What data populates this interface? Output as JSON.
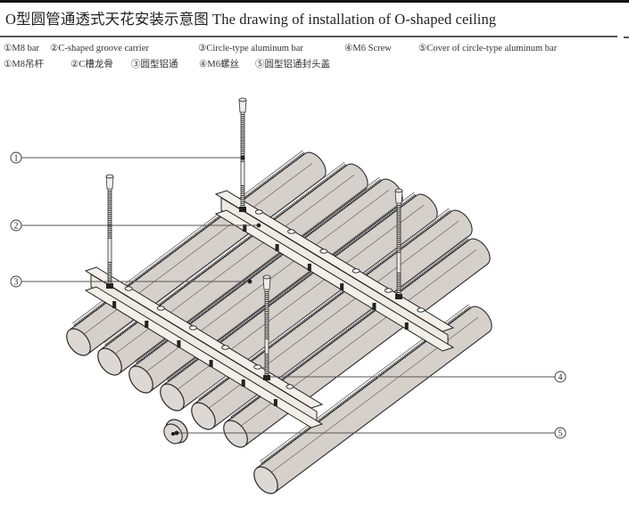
{
  "title": "O型圆管通透式天花安装示意图 The drawing of installation of O-shaped ceiling",
  "legend": {
    "english": [
      {
        "num": "①",
        "label": "M8 bar"
      },
      {
        "num": "②",
        "label": "C-shaped groove carrier"
      },
      {
        "num": "③",
        "label": "Circle-type aluminum bar"
      },
      {
        "num": "④",
        "label": "M6 Screw"
      },
      {
        "num": "⑤",
        "label": "Cover of circle-type aluminum bar"
      }
    ],
    "chinese": [
      {
        "num": "①",
        "label": "M8吊杆"
      },
      {
        "num": "②",
        "label": "C槽龙骨"
      },
      {
        "num": "③",
        "label": "圆型铝通"
      },
      {
        "num": "④",
        "label": "M6螺丝"
      },
      {
        "num": "⑤",
        "label": "圆型铝通封头盖"
      }
    ]
  },
  "callouts": [
    {
      "id": "1",
      "text": "1",
      "side": "left"
    },
    {
      "id": "2",
      "text": "2",
      "side": "left"
    },
    {
      "id": "3",
      "text": "3",
      "side": "left"
    },
    {
      "id": "4",
      "text": "4",
      "side": "right"
    },
    {
      "id": "5",
      "text": "5",
      "side": "right"
    }
  ],
  "colors": {
    "tube_fill": "#d6d0cb",
    "tube_stroke": "#2a2a2a",
    "carrier_fill": "#eeeae2",
    "rod_fill": "#ece9e2",
    "leader_line": "#555555",
    "rule": "#555555"
  },
  "components": {
    "tube_count": 6,
    "extra_tube_count": 1,
    "carrier_count": 2,
    "rod_count": 4,
    "end_cap_count": 1
  }
}
